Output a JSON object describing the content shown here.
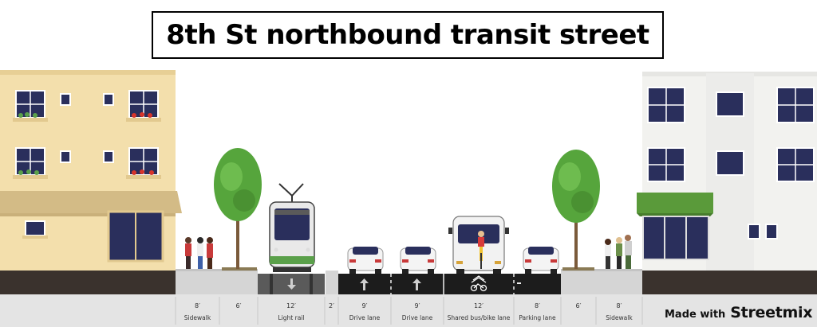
{
  "title": "8th St northbound transit street",
  "segments": [
    {
      "width": "8′",
      "name": "Sidewalk"
    },
    {
      "width": "6′",
      "name": ""
    },
    {
      "width": "12′",
      "name": "Light rail"
    },
    {
      "width": "2′",
      "name": ""
    },
    {
      "width": "9′",
      "name": "Drive lane"
    },
    {
      "width": "9′",
      "name": "Drive lane"
    },
    {
      "width": "12′",
      "name": "Shared bus/bike lane"
    },
    {
      "width": "8′",
      "name": "Parking lane"
    },
    {
      "width": "6′",
      "name": ""
    },
    {
      "width": "8′",
      "name": "Sidewalk"
    }
  ],
  "footer": {
    "made_with": "Made with",
    "brand": "Streetmix"
  },
  "colors": {
    "asphalt": "#2b2b2b",
    "sidewalk": "#d5d5d5",
    "curb_dark": "#3a322d",
    "building_left": "#f3dfac",
    "building_right": "#f2f2ef",
    "tree_green": "#56a53c",
    "awning_green": "#5a9a3a"
  }
}
